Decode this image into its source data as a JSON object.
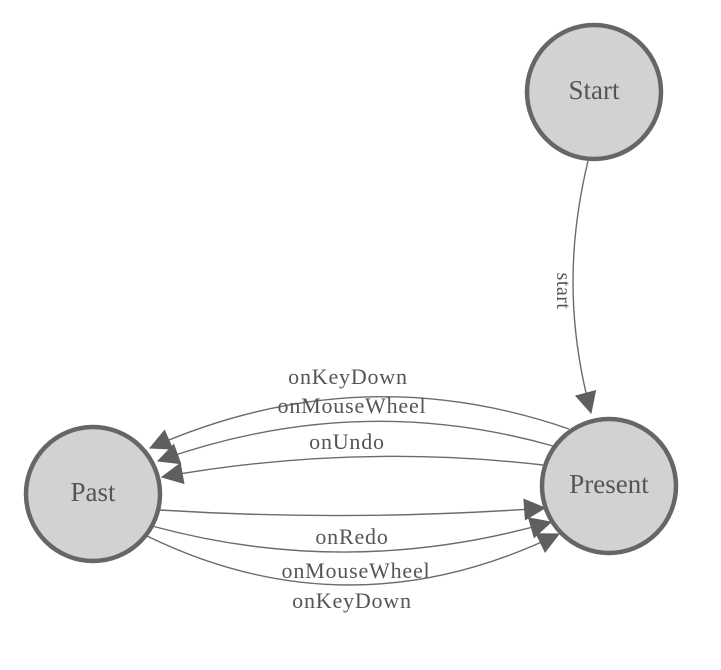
{
  "colors": {
    "background": "#ffffff",
    "node_fill": "#d2d2d2",
    "node_stroke": "#666666",
    "edge_stroke": "#6b6b6b",
    "arrow_fill": "#5f5f5f",
    "label_text": "#555555"
  },
  "nodes": {
    "start": {
      "label": "Start"
    },
    "present": {
      "label": "Present"
    },
    "past": {
      "label": "Past"
    }
  },
  "edges": {
    "start_to_present": {
      "label": "start",
      "from": "start",
      "to": "present"
    },
    "present_to_past_1": {
      "label": "onKeyDown",
      "from": "present",
      "to": "past"
    },
    "present_to_past_2": {
      "label": "onMouseWheel",
      "from": "present",
      "to": "past"
    },
    "present_to_past_3": {
      "label": "onUndo",
      "from": "present",
      "to": "past"
    },
    "past_to_present_1": {
      "label": "onRedo",
      "from": "past",
      "to": "present"
    },
    "past_to_present_2": {
      "label": "onMouseWheel",
      "from": "past",
      "to": "present"
    },
    "past_to_present_3": {
      "label": "onKeyDown",
      "from": "past",
      "to": "present"
    }
  }
}
